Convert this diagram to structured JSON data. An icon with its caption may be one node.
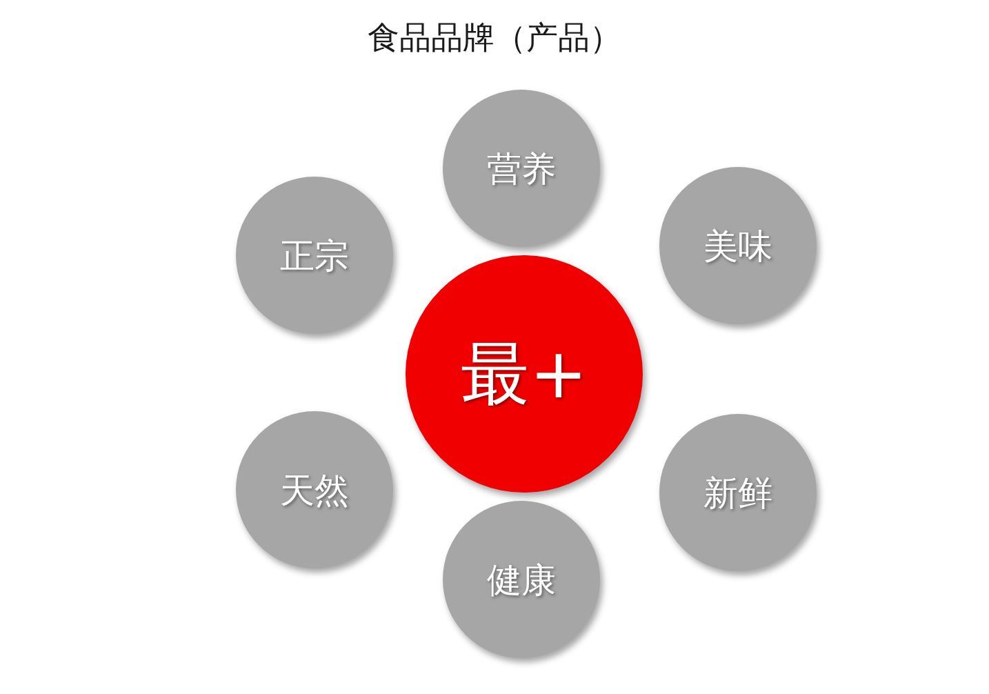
{
  "diagram": {
    "title": "食品品牌（产品）",
    "nodes": [
      {
        "text": [
          "营养"
        ]
      },
      {
        "text": [
          "正宗"
        ]
      },
      {
        "text": [
          "美味"
        ]
      },
      {
        "text": [
          "最+"
        ]
      },
      {
        "text": [
          "天然"
        ]
      },
      {
        "text": [
          "新鲜"
        ]
      },
      {
        "text": [
          "健康"
        ]
      }
    ]
  }
}
